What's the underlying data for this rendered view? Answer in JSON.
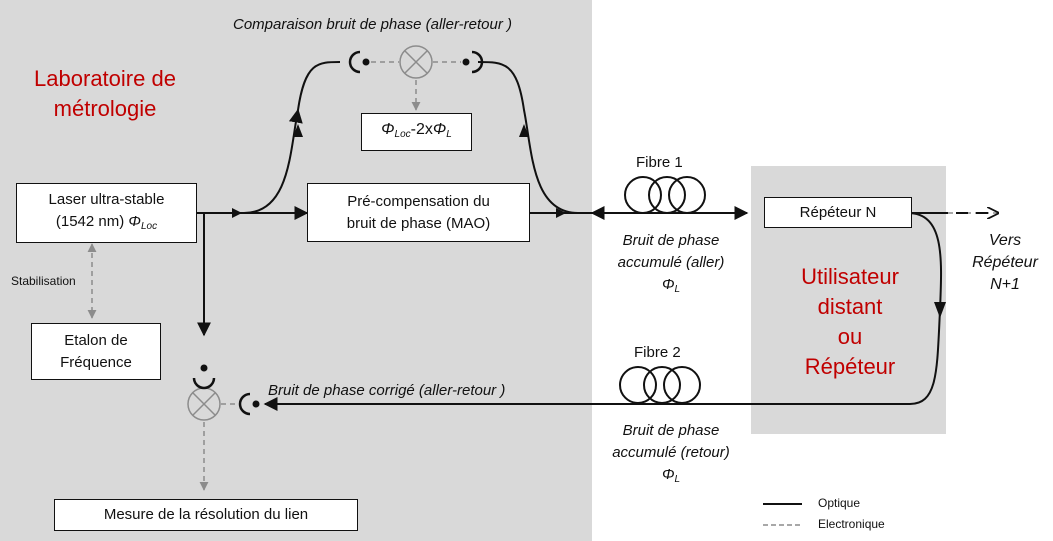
{
  "zones": {
    "laboratory_title": [
      "Laboratoire de",
      "métrologie"
    ],
    "remote_title": [
      "Utilisateur",
      "distant",
      "ou",
      "Répéteur"
    ]
  },
  "boxes": {
    "laser": [
      "Laser ultra-stable",
      "(1542 nm) "
    ],
    "laser_symbol": "Φ",
    "laser_sub": "Loc",
    "etalon": [
      "Etalon de",
      "Fréquence"
    ],
    "precomp": [
      "Pré-compensation du",
      "bruit de phase (MAO)"
    ],
    "phase_expr": {
      "phi1": "Φ",
      "sub1": "Loc",
      "mid": "-2x",
      "phi2": "Φ",
      "sub2": "L"
    },
    "repeater": "Répéteur N",
    "measure": "Mesure de la résolution du lien"
  },
  "labels": {
    "comparison": "Comparaison bruit de phase (aller-retour )",
    "stabilisation": "Stabilisation",
    "fibre1": "Fibre 1",
    "fibre2": "Fibre 2",
    "noise_aller": [
      "Bruit de phase",
      "accumulé (aller)"
    ],
    "noise_retour": [
      "Bruit de phase",
      "accumulé (retour)"
    ],
    "phi": "Φ",
    "phi_sub": "L",
    "corrected": "Bruit de phase corrigé (aller-retour )",
    "vers": [
      "Vers",
      "Répéteur",
      "N+1"
    ]
  },
  "legend": {
    "optique": "Optique",
    "electronique": "Electronique"
  },
  "colors": {
    "zone_fill": "#d9d9d9",
    "title_red": "#c00000",
    "optical_line": "#111111",
    "electronic_line": "#8c8c8c"
  }
}
